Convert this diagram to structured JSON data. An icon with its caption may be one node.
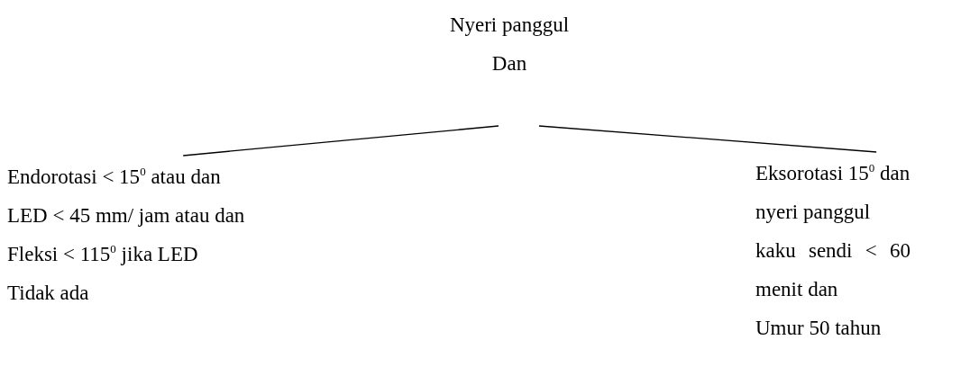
{
  "diagram": {
    "nodes": [
      {
        "text": [
          "Nyeri panggul",
          "Dan"
        ]
      },
      {
        "text": [
          "Endorotasi < 15$^{0}$ atau dan",
          "LED < 45 mm/ jam atau dan",
          "Fleksi < 115$^{0}$ jika LED",
          "Tidak ada"
        ]
      },
      {
        "text": [
          "Eksorotasi 15$^{0}$ dan",
          "nyeri panggul",
          "kaku sendi < 60 menit dan",
          "Umur 50 tahun"
        ]
      }
    ],
    "edges": [
      {
        "from": 0,
        "to": 1,
        "arrow": "none"
      },
      {
        "from": 0,
        "to": 2,
        "arrow": "none"
      }
    ]
  }
}
